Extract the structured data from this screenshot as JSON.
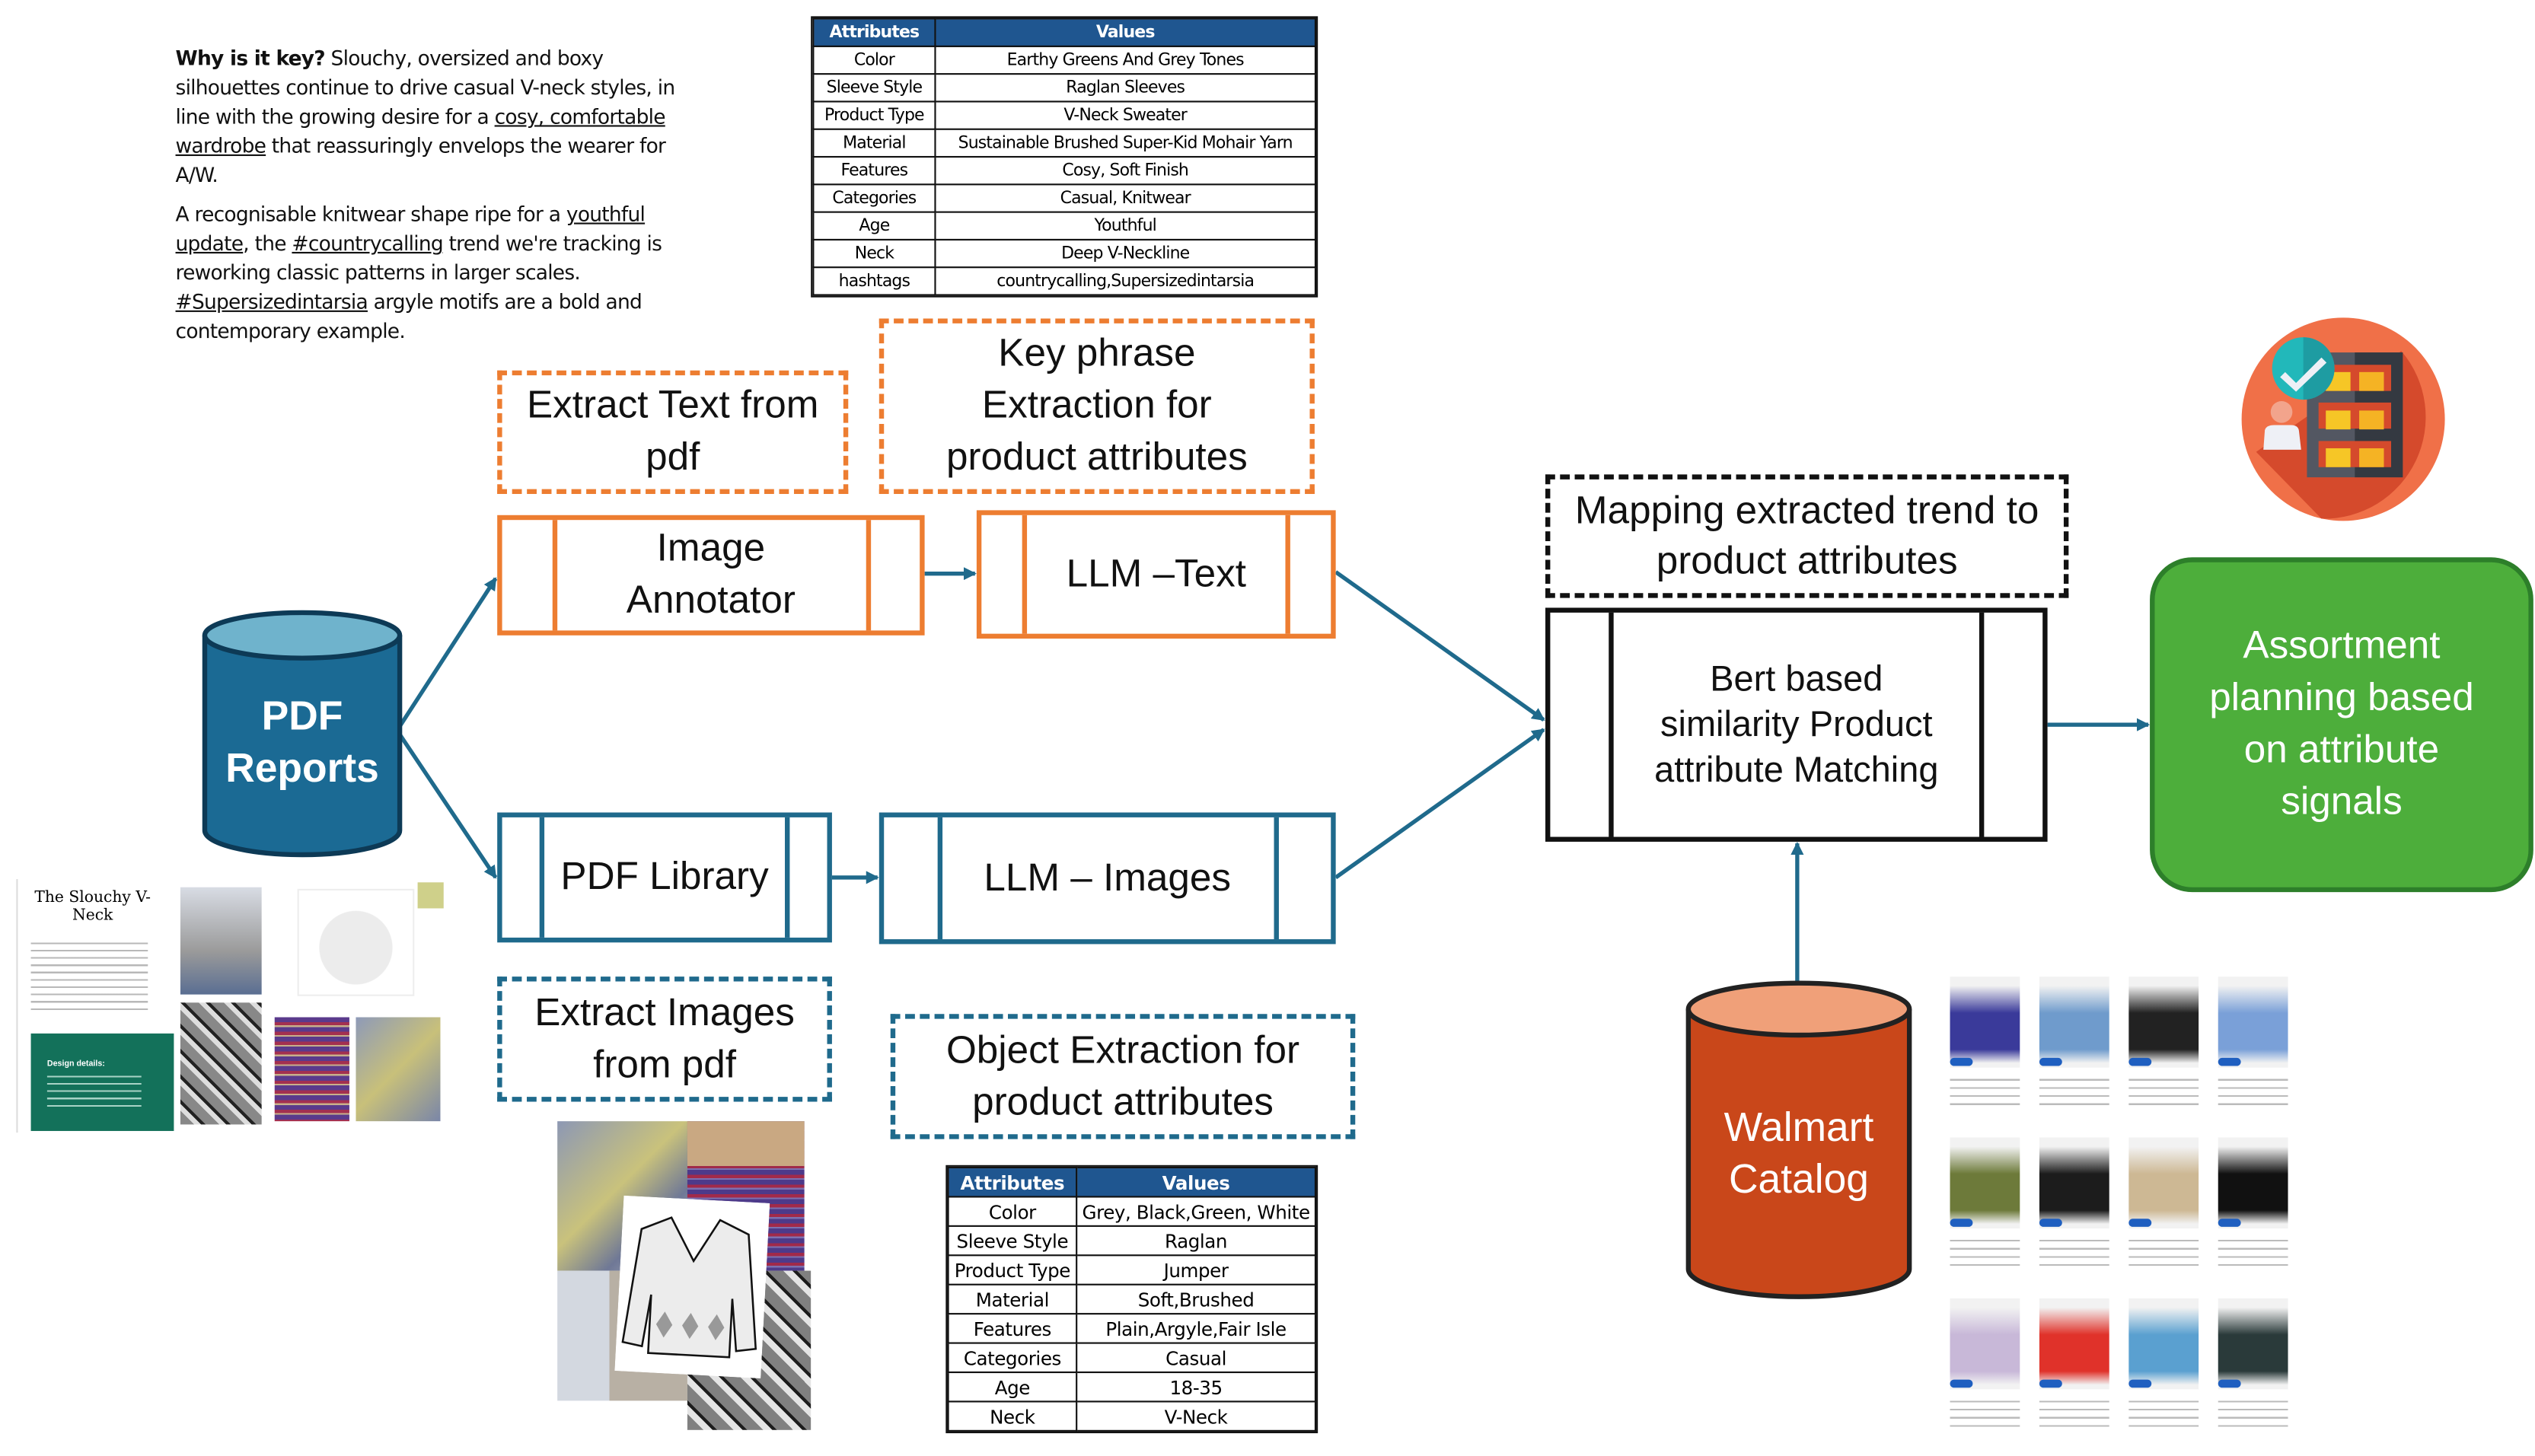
{
  "trend_text": {
    "p1_bold": "Why is it key?",
    "p1_a": " Slouchy, oversized and boxy silhouettes continue to drive casual V-neck styles, in line with the growing desire for a ",
    "p1_link": "cosy, comfortable wardrobe",
    "p1_b": " that reassuringly envelops the wearer for A/W.",
    "p2_a": "A recognisable knitwear shape ripe for a ",
    "p2_link1": "youthful update",
    "p2_b": ", the ",
    "p2_link2": "#countrycalling",
    "p2_c": " trend we're tracking is reworking classic patterns in larger scales. ",
    "p2_link3": "#Supersizedintarsia",
    "p2_d": " argyle motifs are a bold and contemporary example."
  },
  "text_table": {
    "headers": [
      "Attributes",
      "Values"
    ],
    "rows": [
      [
        "Color",
        "Earthy Greens And Grey Tones"
      ],
      [
        "Sleeve Style",
        "Raglan Sleeves"
      ],
      [
        "Product Type",
        "V-Neck Sweater"
      ],
      [
        "Material",
        "Sustainable Brushed Super-Kid Mohair Yarn"
      ],
      [
        "Features",
        "Cosy, Soft Finish"
      ],
      [
        "Categories",
        "Casual, Knitwear"
      ],
      [
        "Age",
        "Youthful"
      ],
      [
        "Neck",
        "Deep V-Neckline"
      ],
      [
        "hashtags",
        "countrycalling,Supersizedintarsia"
      ]
    ]
  },
  "image_table": {
    "headers": [
      "Attributes",
      "Values"
    ],
    "rows": [
      [
        "Color",
        "Grey, Black,Green, White"
      ],
      [
        "Sleeve Style",
        "Raglan"
      ],
      [
        "Product Type",
        "Jumper"
      ],
      [
        "Material",
        "Soft,Brushed"
      ],
      [
        "Features",
        "Plain,Argyle,Fair Isle"
      ],
      [
        "Categories",
        "Casual"
      ],
      [
        "Age",
        "18-35"
      ],
      [
        "Neck",
        "V-Neck"
      ]
    ]
  },
  "nodes": {
    "pdf_reports": "PDF Reports",
    "extract_text": "Extract Text from pdf",
    "key_phrase": "Key phrase Extraction for product attributes",
    "image_annotator": "Image Annotator",
    "llm_text": "LLM –Text",
    "pdf_library": "PDF Library",
    "llm_images": "LLM – Images",
    "extract_images": "Extract Images from pdf",
    "object_extraction": "Object Extraction for product attributes",
    "mapping": "Mapping extracted trend to product attributes",
    "bert": "Bert based similarity Product attribute Matching",
    "walmart": "Walmart Catalog",
    "assortment": "Assortment planning based on attribute signals"
  },
  "thumbnail": {
    "title": "The Slouchy V-Neck",
    "design_label": "Design details:"
  },
  "icons": {
    "assortment_icon": "inventory-checklist-icon",
    "pdf_reports": "database-cylinder-icon",
    "walmart": "database-cylinder-icon"
  },
  "colors": {
    "orange": "#ED7D31",
    "blue": "#1F6A8C",
    "green": "#4DAE3B",
    "table_header": "#1F5690",
    "walmart": "#C9471A"
  }
}
